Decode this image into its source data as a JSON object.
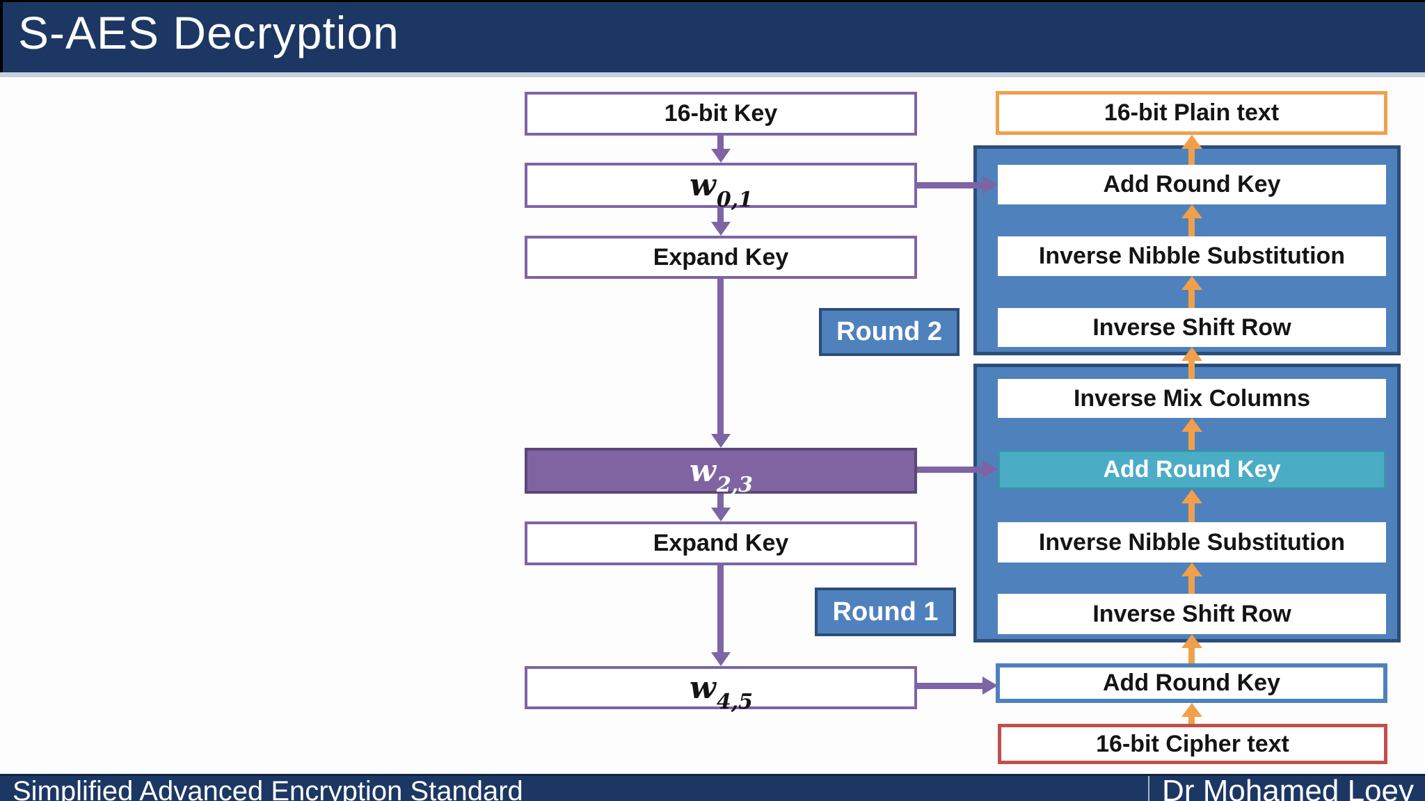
{
  "header": {
    "title": "S-AES Decryption"
  },
  "footer": {
    "left": "Simplified Advanced Encryption Standard",
    "right": "Dr Mohamed Loey"
  },
  "key_chain": {
    "key_label": "16-bit Key",
    "w01": {
      "base": "w",
      "sub": "0,1"
    },
    "expand1": "Expand Key",
    "w23": {
      "base": "w",
      "sub": "2,3"
    },
    "expand2": "Expand Key",
    "w45": {
      "base": "w",
      "sub": "4,5"
    }
  },
  "plain_text": "16-bit Plain text",
  "cipher_text": "16-bit Cipher text",
  "final_add_round_key": "Add Round Key",
  "round2": {
    "label": "Round 2",
    "steps": [
      "Add Round Key",
      "Inverse Nibble Substitution",
      "Inverse Shift Row"
    ]
  },
  "round1": {
    "label": "Round 1",
    "steps": [
      "Inverse  Mix Columns",
      "Add Round Key",
      "Inverse Nibble Substitution",
      "Inverse Shift Row"
    ]
  },
  "colors": {
    "header_navy": "#1C3763",
    "panel_blue": "#4F81BD",
    "panel_border": "#2C4D79",
    "purple_fill": "#8064A2",
    "purple_border": "#7D64A5",
    "teal_fill": "#4BACC6",
    "orange_accent": "#F0A04B",
    "red_border": "#C0504D"
  }
}
